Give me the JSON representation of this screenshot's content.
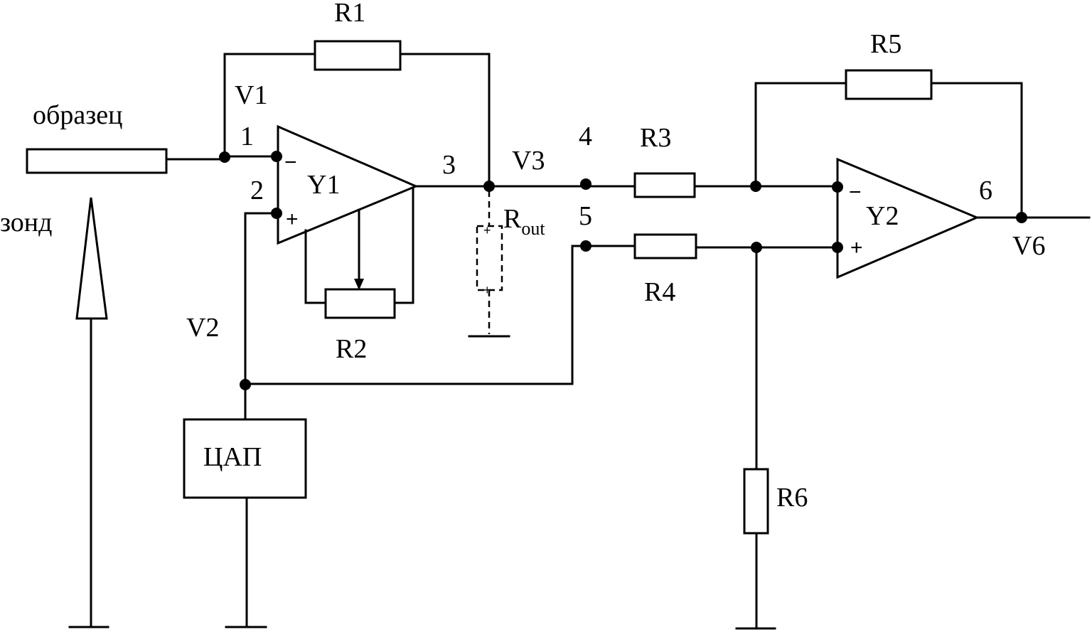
{
  "labels": {
    "sample": "образец",
    "probe": "зонд",
    "dac": "ЦАП",
    "opamp1": "Y1",
    "opamp2": "Y2",
    "r1": "R1",
    "r2": "R2",
    "r3": "R3",
    "r4": "R4",
    "r5": "R5",
    "r6": "R6",
    "rout_main": "R",
    "rout_sub": "out",
    "v1": "V1",
    "v2": "V2",
    "v3": "V3",
    "v6": "V6",
    "n1": "1",
    "n2": "2",
    "n3": "3",
    "n4": "4",
    "n5": "5",
    "n6": "6",
    "minus": "−",
    "plus": "+"
  }
}
